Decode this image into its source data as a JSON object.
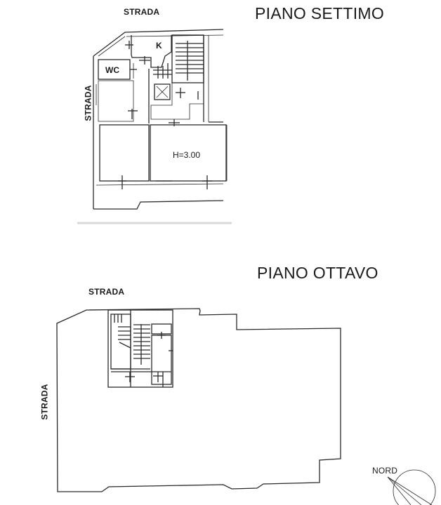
{
  "floors": [
    {
      "title": "PIANO SETTIMO",
      "street_top": "STRADA",
      "street_side": "STRADA",
      "rooms": [
        {
          "label": "K"
        },
        {
          "label": "WC"
        },
        {
          "label": "H=3.00"
        }
      ]
    },
    {
      "title": "PIANO OTTAVO",
      "street_top": "STRADA",
      "street_side": "STRADA"
    }
  ],
  "compass": {
    "label": "NORD"
  },
  "colors": {
    "ink": "#1a1a1a",
    "paper": "#ffffff"
  }
}
